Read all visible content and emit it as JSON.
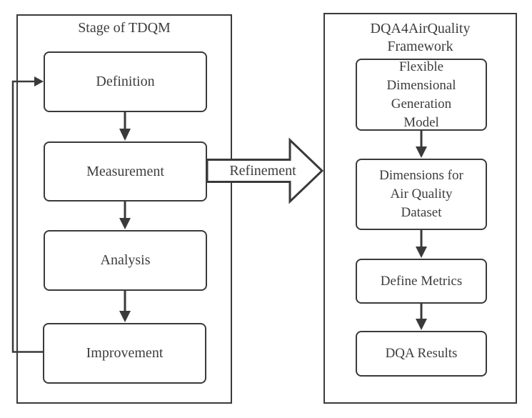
{
  "colors": {
    "stroke": "#3a3a3a",
    "text": "#3d3d3d",
    "background": "#ffffff"
  },
  "left_panel": {
    "title": "Stage of TDQM",
    "boxes": [
      {
        "label": "Definition"
      },
      {
        "label": "Measurement"
      },
      {
        "label": "Analysis"
      },
      {
        "label": "Improvement"
      }
    ]
  },
  "connector": {
    "label": "Refinement"
  },
  "right_panel": {
    "title": "DQA4AirQuality\nFramework",
    "boxes": [
      {
        "label": "Flexible\nDimensional\nGeneration\nModel"
      },
      {
        "label": "Dimensions for\nAir Quality\nDataset"
      },
      {
        "label": "Define Metrics"
      },
      {
        "label": "DQA Results"
      }
    ]
  }
}
